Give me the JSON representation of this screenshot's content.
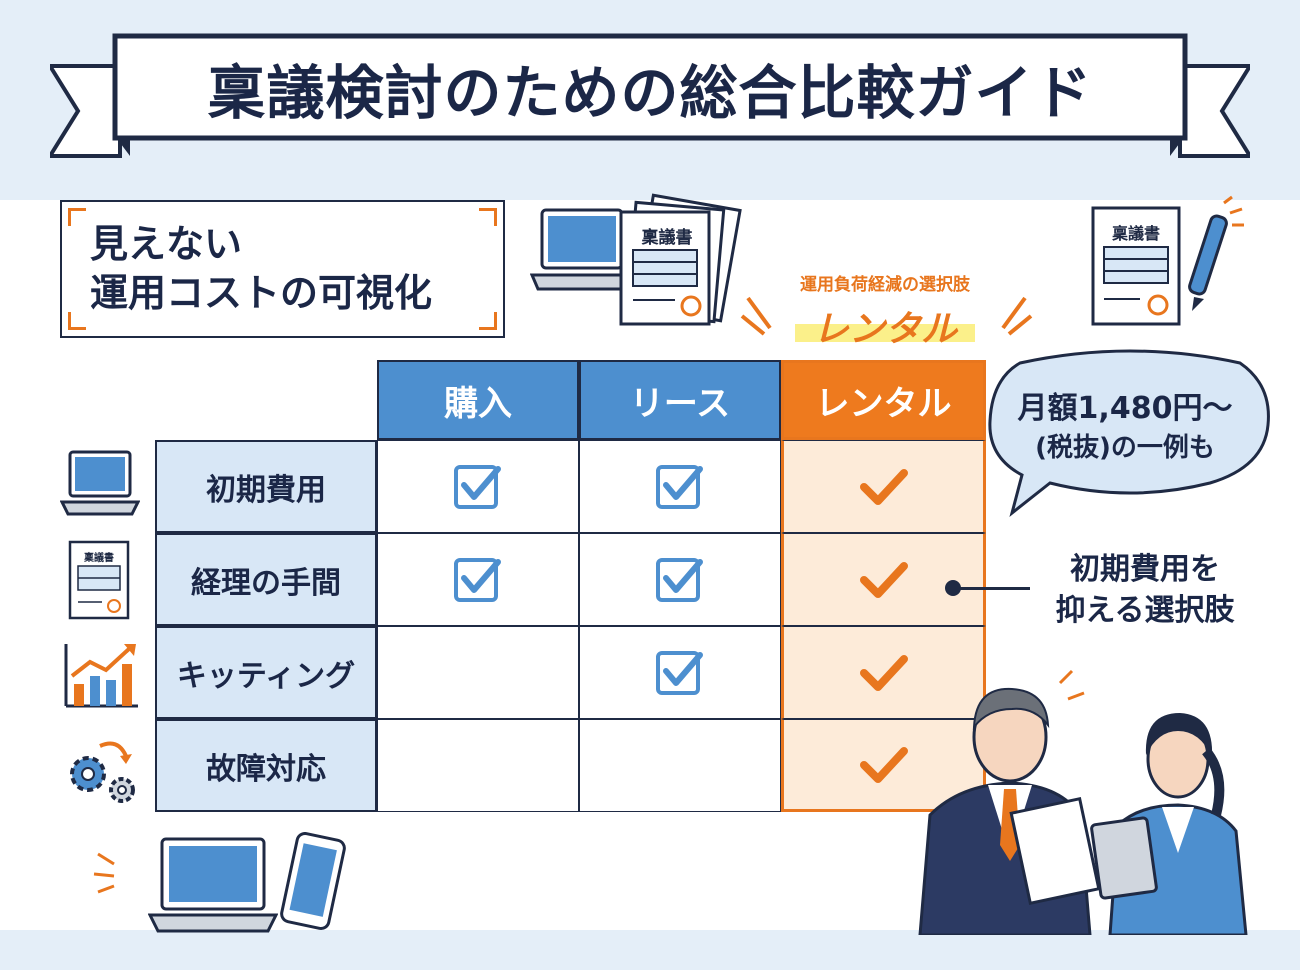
{
  "title": "稟議検討のための総合比較ガイド",
  "callout": {
    "line1": "見えない",
    "line2": "運用コストの可視化"
  },
  "rental_highlight": {
    "subtitle": "運用負荷経減の選択肢",
    "label": "レンタル"
  },
  "table": {
    "columns": [
      "購入",
      "リース",
      "レンタル"
    ],
    "rows": [
      {
        "label": "初期費用",
        "checks": [
          true,
          true,
          true
        ]
      },
      {
        "label": "経理の手間",
        "checks": [
          true,
          true,
          true
        ]
      },
      {
        "label": "キッティング",
        "checks": [
          false,
          true,
          true
        ]
      },
      {
        "label": "故障対応",
        "checks": [
          false,
          false,
          true
        ]
      }
    ]
  },
  "bubble": {
    "line1": "月額1,480円～",
    "line2": "(税抜)の一例も"
  },
  "note": {
    "line1": "初期費用を",
    "line2": "抑える選択肢"
  },
  "document_labels": {
    "doc_large": "稟議書",
    "doc_right": "稟議書",
    "doc_small": "稟議書"
  },
  "icons": [
    "laptop-icon",
    "document-icon",
    "chart-icon",
    "gears-icon",
    "smartphone-icon",
    "pen-icon"
  ],
  "colors": {
    "navy": "#1f2a44",
    "blue": "#4d8fcf",
    "orange": "#e8761e",
    "light_blue": "#d8e7f6",
    "light_orange": "#fdebd9"
  }
}
